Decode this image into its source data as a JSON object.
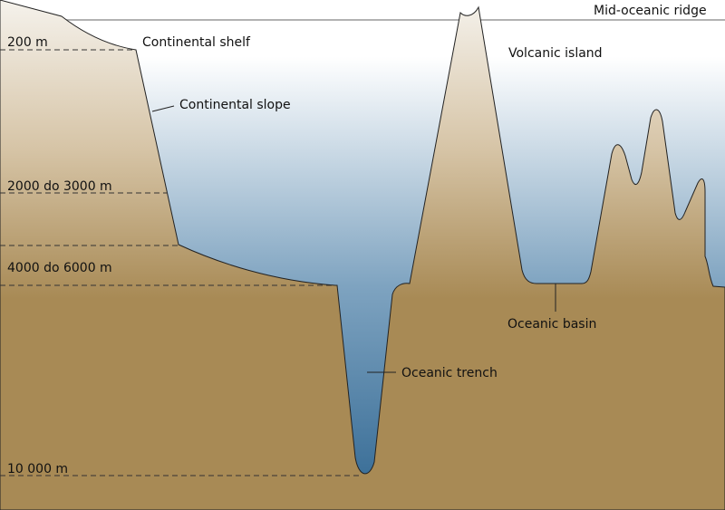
{
  "depth_labels": {
    "d200": "200 m",
    "d2000": "2000 do 3000 m",
    "d4000": "4000 do 6000 m",
    "d10000": "10 000 m"
  },
  "features": {
    "shelf": "Continental shelf",
    "slope": "Continental slope",
    "island": "Volcanic island",
    "ridge": "Mid-oceanic ridge",
    "basin": "Oceanic basin",
    "trench": "Oceanic trench"
  },
  "colors": {
    "land_top": "#f5f2ec",
    "land_bottom": "#a88a55",
    "water_top": "#ffffff",
    "water_mid": "#7ea3c0",
    "water_deep": "#3b6f98"
  }
}
